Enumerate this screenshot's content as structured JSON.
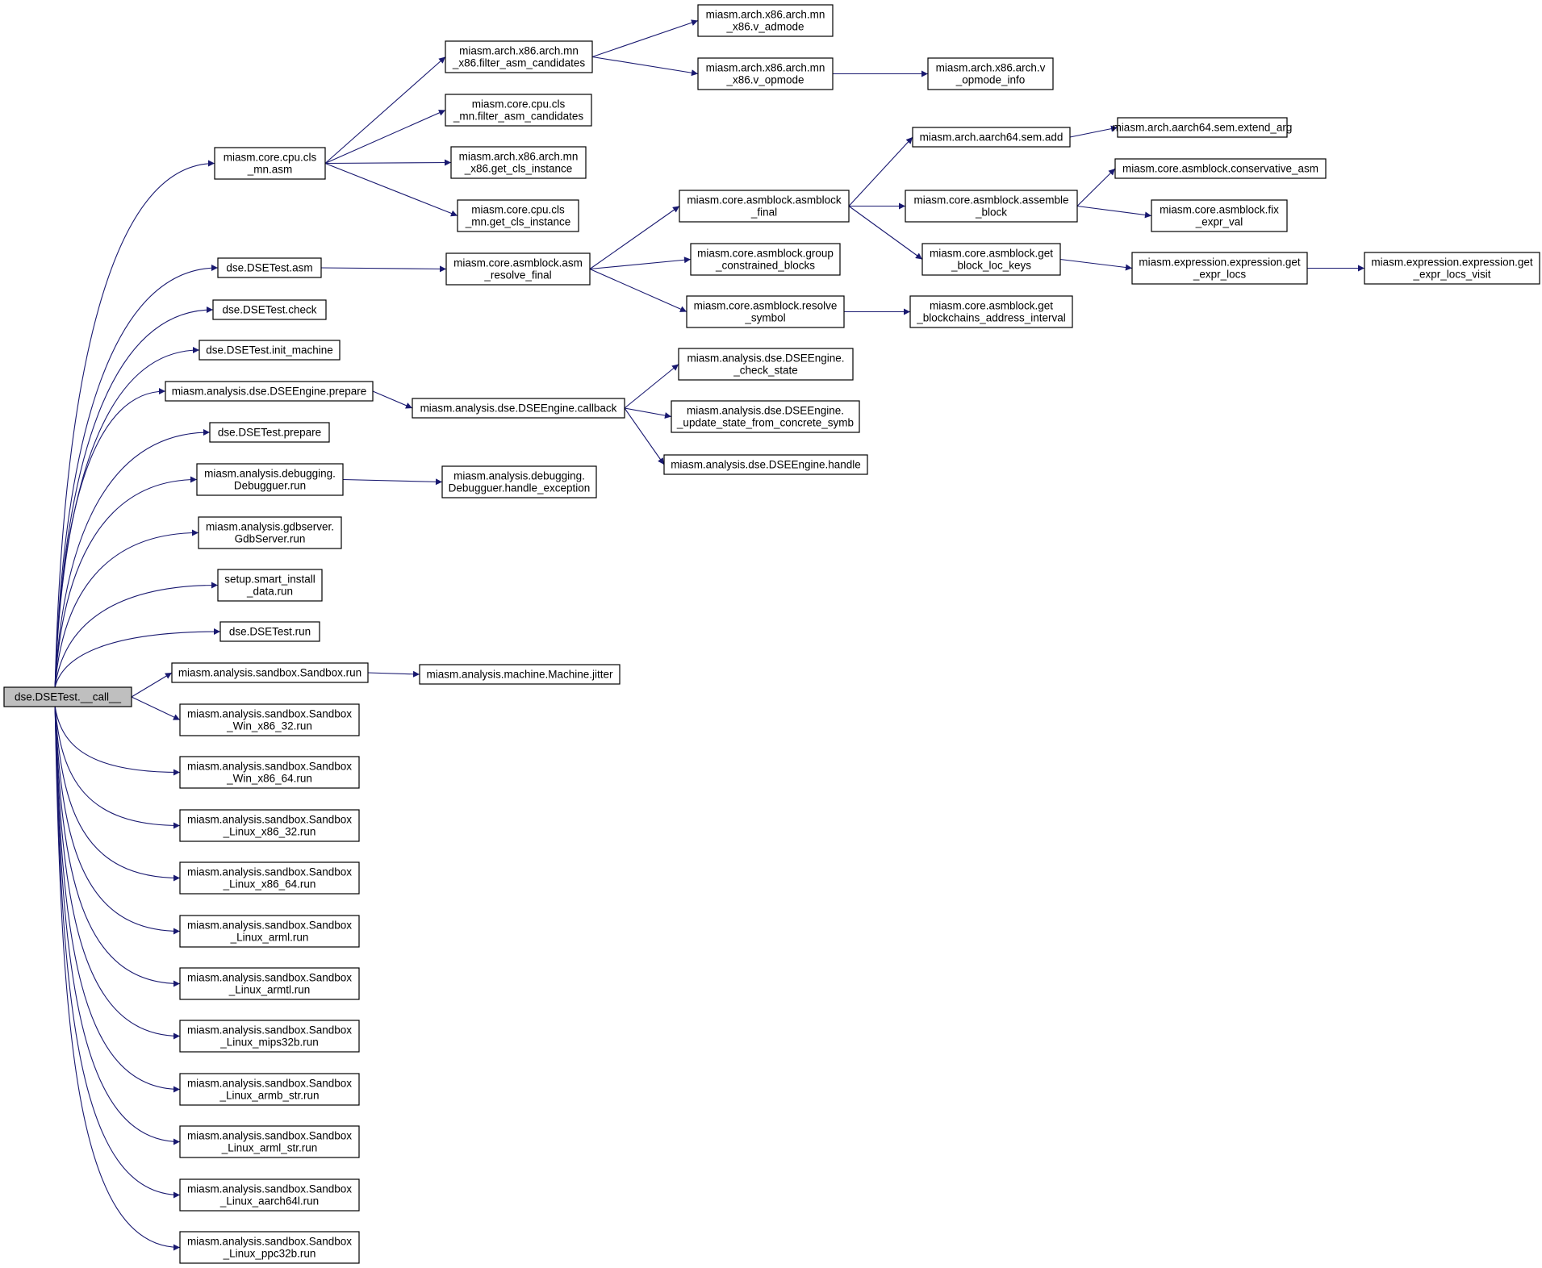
{
  "colors": {
    "edge": "#191970",
    "node_border": "#000000",
    "node_fill": "#ffffff",
    "root_fill": "#bfbfbf"
  },
  "nodes": [
    {
      "id": "root",
      "lines": [
        "dse.DSETest.__call__"
      ],
      "root": true
    },
    {
      "id": "core_asm",
      "lines": [
        "miasm.core.cpu.cls",
        "_mn.asm"
      ]
    },
    {
      "id": "dse_asm",
      "lines": [
        "dse.DSETest.asm"
      ]
    },
    {
      "id": "dse_check",
      "lines": [
        "dse.DSETest.check"
      ]
    },
    {
      "id": "dse_init",
      "lines": [
        "dse.DSETest.init_machine"
      ]
    },
    {
      "id": "engine_prepare",
      "lines": [
        "miasm.analysis.dse.DSEEngine.prepare"
      ]
    },
    {
      "id": "dse_prepare",
      "lines": [
        "dse.DSETest.prepare"
      ]
    },
    {
      "id": "debugger_run",
      "lines": [
        "miasm.analysis.debugging.",
        "Debugguer.run"
      ]
    },
    {
      "id": "gdb_run",
      "lines": [
        "miasm.analysis.gdbserver.",
        "GdbServer.run"
      ]
    },
    {
      "id": "setup_run",
      "lines": [
        "setup.smart_install",
        "_data.run"
      ]
    },
    {
      "id": "dse_run",
      "lines": [
        "dse.DSETest.run"
      ]
    },
    {
      "id": "sandbox_run",
      "lines": [
        "miasm.analysis.sandbox.Sandbox.run"
      ]
    },
    {
      "id": "sb_win32",
      "lines": [
        "miasm.analysis.sandbox.Sandbox",
        "_Win_x86_32.run"
      ]
    },
    {
      "id": "sb_win64",
      "lines": [
        "miasm.analysis.sandbox.Sandbox",
        "_Win_x86_64.run"
      ]
    },
    {
      "id": "sb_lin32",
      "lines": [
        "miasm.analysis.sandbox.Sandbox",
        "_Linux_x86_32.run"
      ]
    },
    {
      "id": "sb_lin64",
      "lines": [
        "miasm.analysis.sandbox.Sandbox",
        "_Linux_x86_64.run"
      ]
    },
    {
      "id": "sb_arml",
      "lines": [
        "miasm.analysis.sandbox.Sandbox",
        "_Linux_arml.run"
      ]
    },
    {
      "id": "sb_armtl",
      "lines": [
        "miasm.analysis.sandbox.Sandbox",
        "_Linux_armtl.run"
      ]
    },
    {
      "id": "sb_mips",
      "lines": [
        "miasm.analysis.sandbox.Sandbox",
        "_Linux_mips32b.run"
      ]
    },
    {
      "id": "sb_armb",
      "lines": [
        "miasm.analysis.sandbox.Sandbox",
        "_Linux_armb_str.run"
      ]
    },
    {
      "id": "sb_armlstr",
      "lines": [
        "miasm.analysis.sandbox.Sandbox",
        "_Linux_arml_str.run"
      ]
    },
    {
      "id": "sb_aarch",
      "lines": [
        "miasm.analysis.sandbox.Sandbox",
        "_Linux_aarch64l.run"
      ]
    },
    {
      "id": "sb_ppc",
      "lines": [
        "miasm.analysis.sandbox.Sandbox",
        "_Linux_ppc32b.run"
      ]
    },
    {
      "id": "x86_filter",
      "lines": [
        "miasm.arch.x86.arch.mn",
        "_x86.filter_asm_candidates"
      ]
    },
    {
      "id": "cpu_filter",
      "lines": [
        "miasm.core.cpu.cls",
        "_mn.filter_asm_candidates"
      ]
    },
    {
      "id": "x86_getcls",
      "lines": [
        "miasm.arch.x86.arch.mn",
        "_x86.get_cls_instance"
      ]
    },
    {
      "id": "cpu_getcls",
      "lines": [
        "miasm.core.cpu.cls",
        "_mn.get_cls_instance"
      ]
    },
    {
      "id": "admode",
      "lines": [
        "miasm.arch.x86.arch.mn",
        "_x86.v_admode"
      ]
    },
    {
      "id": "opmode",
      "lines": [
        "miasm.arch.x86.arch.mn",
        "_x86.v_opmode"
      ]
    },
    {
      "id": "opmode_info",
      "lines": [
        "miasm.arch.x86.arch.v",
        "_opmode_info"
      ]
    },
    {
      "id": "asm_resolve",
      "lines": [
        "miasm.core.asmblock.asm",
        "_resolve_final"
      ]
    },
    {
      "id": "asmblock_final",
      "lines": [
        "miasm.core.asmblock.asmblock",
        "_final"
      ]
    },
    {
      "id": "group_blocks",
      "lines": [
        "miasm.core.asmblock.group",
        "_constrained_blocks"
      ]
    },
    {
      "id": "resolve_symbol",
      "lines": [
        "miasm.core.asmblock.resolve",
        "_symbol"
      ]
    },
    {
      "id": "sem_add",
      "lines": [
        "miasm.arch.aarch64.sem.add"
      ]
    },
    {
      "id": "assemble_block",
      "lines": [
        "miasm.core.asmblock.assemble",
        "_block"
      ]
    },
    {
      "id": "get_loc_keys",
      "lines": [
        "miasm.core.asmblock.get",
        "_block_loc_keys"
      ]
    },
    {
      "id": "blockchains",
      "lines": [
        "miasm.core.asmblock.get",
        "_blockchains_address_interval"
      ]
    },
    {
      "id": "extend_arg",
      "lines": [
        "miasm.arch.aarch64.sem.extend_arg"
      ]
    },
    {
      "id": "conservative",
      "lines": [
        "miasm.core.asmblock.conservative_asm"
      ]
    },
    {
      "id": "fix_expr",
      "lines": [
        "miasm.core.asmblock.fix",
        "_expr_val"
      ]
    },
    {
      "id": "expr_locs",
      "lines": [
        "miasm.expression.expression.get",
        "_expr_locs"
      ]
    },
    {
      "id": "expr_locs_visit",
      "lines": [
        "miasm.expression.expression.get",
        "_expr_locs_visit"
      ]
    },
    {
      "id": "callback",
      "lines": [
        "miasm.analysis.dse.DSEEngine.callback"
      ]
    },
    {
      "id": "check_state",
      "lines": [
        "miasm.analysis.dse.DSEEngine.",
        "_check_state"
      ]
    },
    {
      "id": "update_state",
      "lines": [
        "miasm.analysis.dse.DSEEngine.",
        "_update_state_from_concrete_symb"
      ]
    },
    {
      "id": "handle",
      "lines": [
        "miasm.analysis.dse.DSEEngine.handle"
      ]
    },
    {
      "id": "handle_exc",
      "lines": [
        "miasm.analysis.debugging.",
        "Debugguer.handle_exception"
      ]
    },
    {
      "id": "jitter",
      "lines": [
        "miasm.analysis.machine.Machine.jitter"
      ]
    }
  ],
  "edges": [
    [
      "root",
      "core_asm"
    ],
    [
      "root",
      "dse_asm"
    ],
    [
      "root",
      "dse_check"
    ],
    [
      "root",
      "dse_init"
    ],
    [
      "root",
      "engine_prepare"
    ],
    [
      "root",
      "dse_prepare"
    ],
    [
      "root",
      "debugger_run"
    ],
    [
      "root",
      "gdb_run"
    ],
    [
      "root",
      "setup_run"
    ],
    [
      "root",
      "dse_run"
    ],
    [
      "root",
      "sandbox_run"
    ],
    [
      "root",
      "sb_win32"
    ],
    [
      "root",
      "sb_win64"
    ],
    [
      "root",
      "sb_lin32"
    ],
    [
      "root",
      "sb_lin64"
    ],
    [
      "root",
      "sb_arml"
    ],
    [
      "root",
      "sb_armtl"
    ],
    [
      "root",
      "sb_mips"
    ],
    [
      "root",
      "sb_armb"
    ],
    [
      "root",
      "sb_armlstr"
    ],
    [
      "root",
      "sb_aarch"
    ],
    [
      "root",
      "sb_ppc"
    ],
    [
      "core_asm",
      "x86_filter"
    ],
    [
      "core_asm",
      "cpu_filter"
    ],
    [
      "core_asm",
      "x86_getcls"
    ],
    [
      "core_asm",
      "cpu_getcls"
    ],
    [
      "x86_filter",
      "admode"
    ],
    [
      "x86_filter",
      "opmode"
    ],
    [
      "opmode",
      "opmode_info"
    ],
    [
      "dse_asm",
      "asm_resolve"
    ],
    [
      "asm_resolve",
      "asmblock_final"
    ],
    [
      "asm_resolve",
      "group_blocks"
    ],
    [
      "asm_resolve",
      "resolve_symbol"
    ],
    [
      "asmblock_final",
      "sem_add"
    ],
    [
      "asmblock_final",
      "assemble_block"
    ],
    [
      "asmblock_final",
      "get_loc_keys"
    ],
    [
      "sem_add",
      "extend_arg"
    ],
    [
      "assemble_block",
      "conservative"
    ],
    [
      "assemble_block",
      "fix_expr"
    ],
    [
      "get_loc_keys",
      "expr_locs"
    ],
    [
      "expr_locs",
      "expr_locs_visit"
    ],
    [
      "resolve_symbol",
      "blockchains"
    ],
    [
      "engine_prepare",
      "callback"
    ],
    [
      "callback",
      "check_state"
    ],
    [
      "callback",
      "update_state"
    ],
    [
      "callback",
      "handle"
    ],
    [
      "debugger_run",
      "handle_exc"
    ],
    [
      "sandbox_run",
      "jitter"
    ]
  ]
}
